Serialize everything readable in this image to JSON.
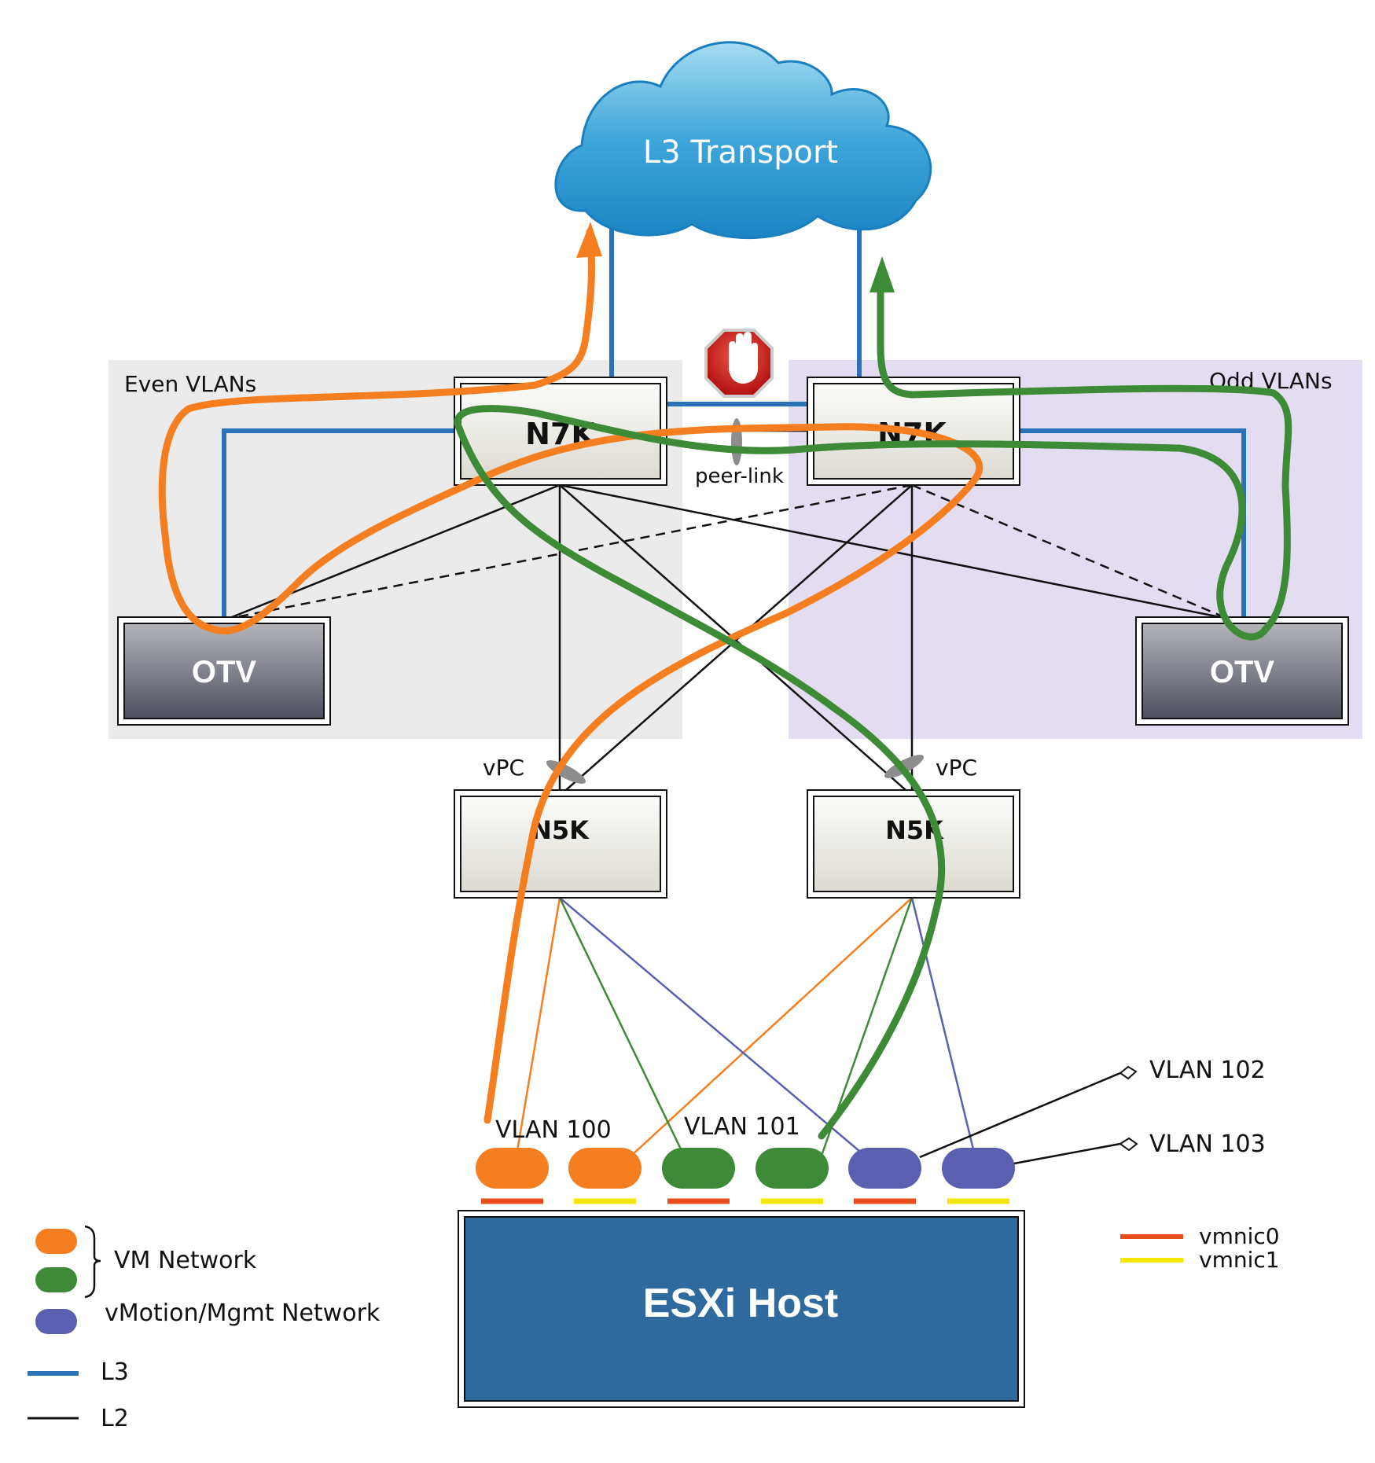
{
  "cloud": {
    "label": "L3 Transport"
  },
  "regions": {
    "even": {
      "label": "Even VLANs"
    },
    "odd": {
      "label": "Odd VLANs"
    }
  },
  "switches": {
    "n7k_left": "N7K",
    "n7k_right": "N7K",
    "n5k_left": "N5K",
    "n5k_right": "N5K",
    "otv_left": "OTV",
    "otv_right": "OTV"
  },
  "labels": {
    "peer_link": "peer-link",
    "vpc_left": "vPC",
    "vpc_right": "vPC",
    "vlan100": "VLAN 100",
    "vlan101": "VLAN 101",
    "vlan102": "VLAN 102",
    "vlan103": "VLAN 103"
  },
  "host": {
    "label": "ESXi Host"
  },
  "legend": {
    "vm_network": "VM Network",
    "vmotion_network": "vMotion/Mgmt  Network",
    "l3": "L3",
    "l2": "L2",
    "vmnic0": "vmnic0",
    "vmnic1": "vmnic1"
  },
  "colors": {
    "orange": "#f57f20",
    "green": "#3d8b37",
    "purple": "#5b5fb0",
    "l3_blue": "#2a72b8",
    "host_blue": "#2e6a9e",
    "vmnic0_red": "#e84e1b",
    "vmnic1_yellow": "#f5e800",
    "even_bg": "#ebebeb",
    "odd_bg": "#e4dcf0"
  },
  "icons": {
    "stop": "stop-hand-icon"
  }
}
